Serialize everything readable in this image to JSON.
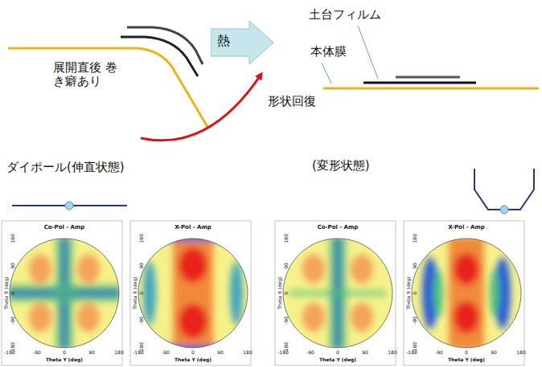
{
  "diagram": {
    "nodes": [
      {
        "text": [
          "熱"
        ]
      }
    ],
    "labels": [
      "展開直後 巻き癖あり",
      "土台フィルム",
      "本体膜",
      "形状回復",
      "ダイポール(伸直状態)",
      "(変形状態)",
      "Co-Pol - Amp",
      "Theta X (deg)",
      "Theta Y (deg)",
      "-180",
      "-90",
      "0",
      "90",
      "180",
      "180",
      "90",
      "0",
      "-90",
      "-180",
      "X-Pol - Amp",
      "Theta X (deg)",
      "Theta Y (deg)",
      "-180",
      "-90",
      "0",
      "90",
      "180",
      "180",
      "90",
      "0",
      "-90",
      "-180",
      "Co-Pol - Amp",
      "Theta X (deg)",
      "Theta Y (deg)",
      "-180",
      "-90",
      "0",
      "90",
      "180",
      "180",
      "90",
      "0",
      "-90",
      "-180",
      "X-Pol - Amp",
      "Theta X (deg)",
      "Theta Y (deg)",
      "-180",
      "-90",
      "0",
      "90",
      "180",
      "180",
      "90",
      "0",
      "-90",
      "-180"
    ]
  }
}
